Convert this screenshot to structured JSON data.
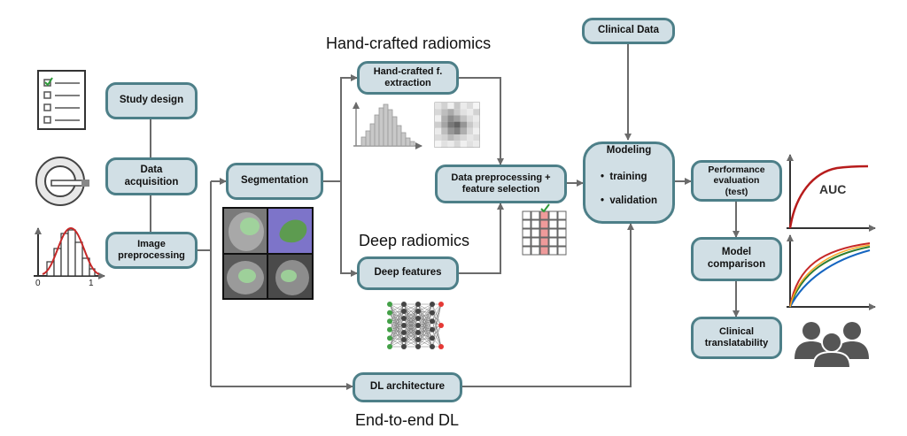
{
  "nodes": {
    "study_design": "Study design",
    "data_acquisition": "Data\nacquisition",
    "image_preprocessing": "Image\npreprocessing",
    "segmentation": "Segmentation",
    "handcrafted_extraction": "Hand-crafted f.\nextraction",
    "deep_features": "Deep features",
    "data_preprocessing": "Data preprocessing +\nfeature selection",
    "clinical_data": "Clinical Data",
    "modeling_title": "Modeling",
    "modeling_items": [
      "training",
      "validation"
    ],
    "performance_evaluation": "Performance\nevaluation\n(test)",
    "model_comparison": "Model\ncomparison",
    "clinical_translatability": "Clinical\ntranslatability",
    "dl_architecture": "DL architecture"
  },
  "section_labels": {
    "handcrafted": "Hand-crafted radiomics",
    "deep": "Deep radiomics",
    "end_to_end": "End-to-end DL"
  },
  "auc_label": "AUC",
  "histogram_ticks": [
    "0",
    "1"
  ],
  "colors": {
    "node_fill": "#d1dfe5",
    "node_border": "#4d7f88",
    "arrow": "#6b6b6b",
    "auc_curve": "#b71c1c",
    "roc_colors": [
      "#c62828",
      "#2e7d32",
      "#1565c0",
      "#f9a825"
    ],
    "mask_green": "#9fd99a"
  },
  "icons": [
    "checklist-icon",
    "mri-scanner-icon",
    "histogram-icon",
    "mri-slices-icon",
    "feature-histogram-icon",
    "texture-matrix-icon",
    "neural-network-icon",
    "feature-selection-grid-icon",
    "auc-curve-icon",
    "roc-curves-icon",
    "people-icon"
  ]
}
